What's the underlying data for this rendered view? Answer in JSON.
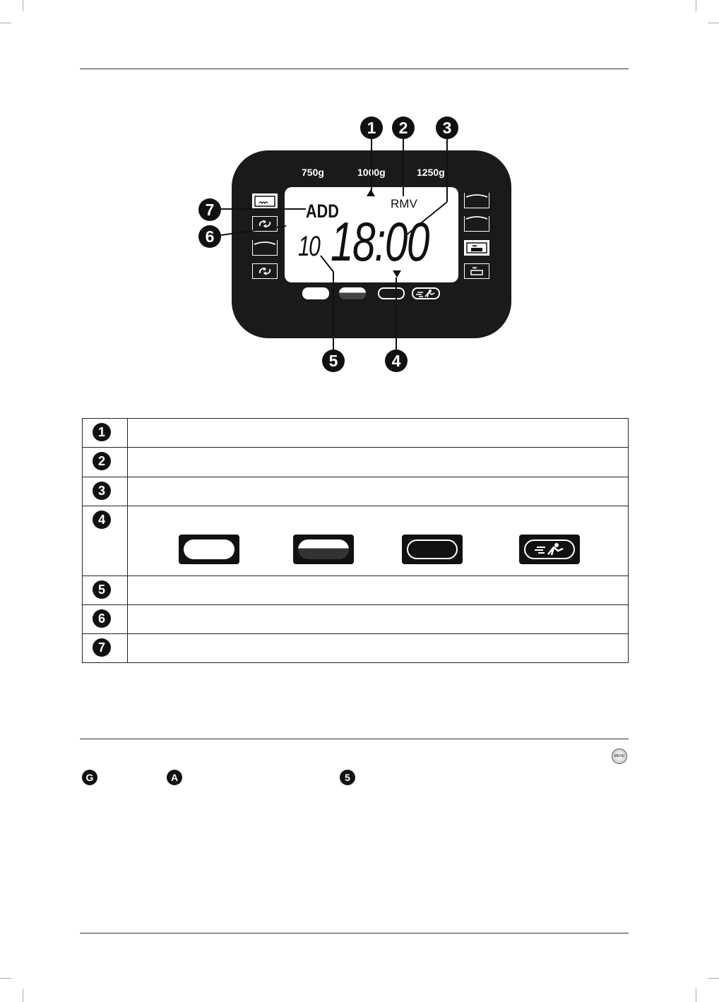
{
  "display": {
    "weights": [
      "750g",
      "1000g",
      "1250g"
    ],
    "rmv": "RMV",
    "add": "ADD",
    "program_number": "10",
    "time": "18:00",
    "left_icons": [
      "crust-icon",
      "knead-icon",
      "rise-icon",
      "knead-icon"
    ],
    "right_icons": [
      "pan-light-icon",
      "pan-medium-icon",
      "bake-icon",
      "keep-warm-icon"
    ],
    "indicators": [
      "light-crust",
      "medium-crust",
      "dark-crust",
      "rapid"
    ]
  },
  "callouts": [
    "1",
    "2",
    "3",
    "4",
    "5",
    "6",
    "7"
  ],
  "legend_rows": [
    {
      "num": "1",
      "text": ""
    },
    {
      "num": "2",
      "text": ""
    },
    {
      "num": "3",
      "text": ""
    },
    {
      "num": "4",
      "text": ""
    },
    {
      "num": "5",
      "text": ""
    },
    {
      "num": "6",
      "text": ""
    },
    {
      "num": "7",
      "text": ""
    }
  ],
  "footer": {
    "badges": [
      "G",
      "A",
      "5"
    ],
    "menu_icon_label": "MENU"
  }
}
